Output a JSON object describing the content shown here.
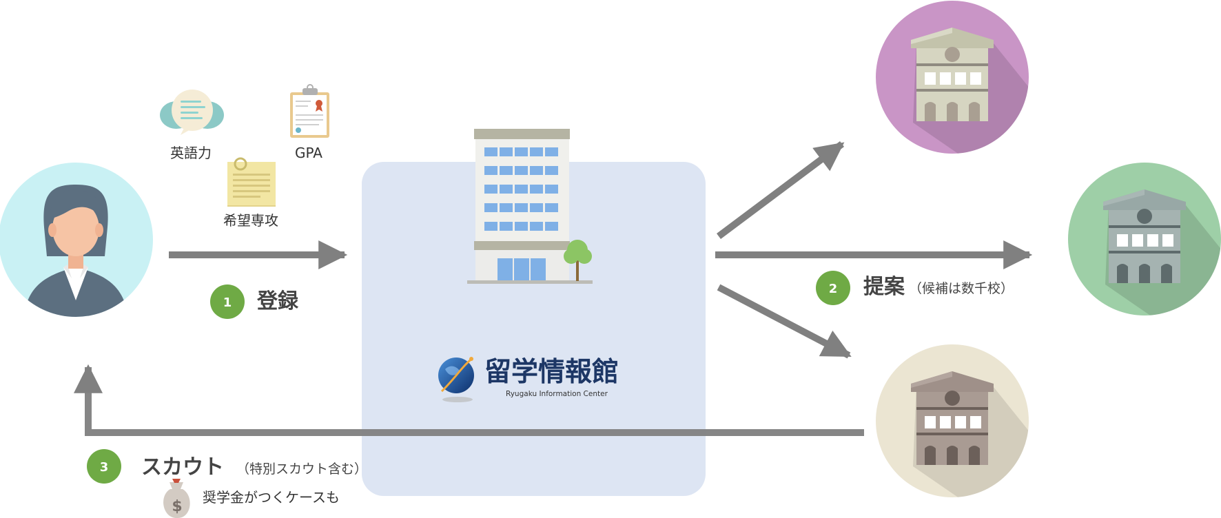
{
  "inputs": {
    "english": "英語力",
    "gpa": "GPA",
    "major": "希望専攻"
  },
  "steps": [
    {
      "num": "1",
      "label": "登録",
      "note": ""
    },
    {
      "num": "2",
      "label": "提案",
      "note": "（候補は数千校）"
    },
    {
      "num": "3",
      "label": "スカウト",
      "note": "（特別スカウト含む）"
    }
  ],
  "scholarship": {
    "symbol": "$",
    "text": "奨学金がつくケースも"
  },
  "center": {
    "name": "留学情報館",
    "name_en": "Ryugaku Information Center"
  },
  "colors": {
    "panel": "#dde5f3",
    "arrow": "#808080",
    "step_badge": "#6faa45",
    "step_text": "#444444",
    "label_text": "#333333",
    "brand_text": "#1d3766",
    "person_bg": "#c9f1f4",
    "person_hair": "#5c6f80",
    "person_skin": "#f6c4a5",
    "school_purple": "#c995c6",
    "school_green": "#9ecfa7",
    "school_beige": "#ebe5d2"
  },
  "icons": [
    "person-icon",
    "speech-bubbles-icon",
    "clipboard-certificate-icon",
    "document-icon",
    "office-building-icon",
    "tree-icon",
    "globe-logo-icon",
    "school-building-icon",
    "money-bag-icon"
  ]
}
